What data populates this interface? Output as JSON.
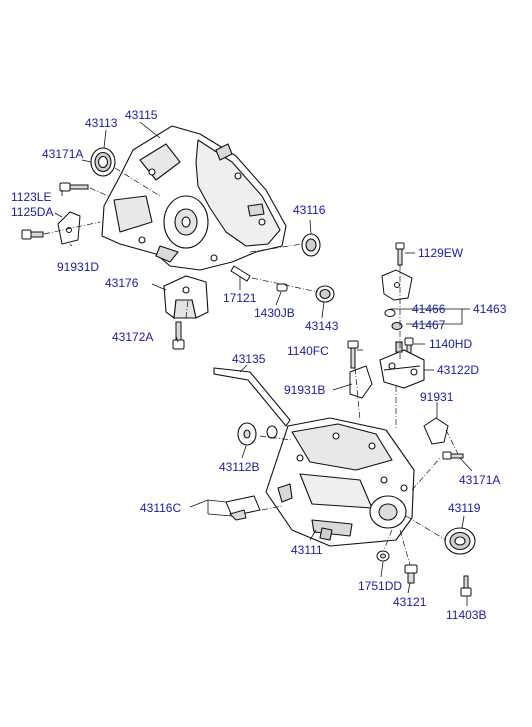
{
  "labels": {
    "43113": "43113",
    "43115": "43115",
    "43171A_top": "43171A",
    "1123LE": "1123LE",
    "1125DA": "1125DA",
    "91931D": "91931D",
    "43116": "43116",
    "1129EW": "1129EW",
    "43176": "43176",
    "17121": "17121",
    "1430JB": "1430JB",
    "43143": "43143",
    "41466": "41466",
    "41463": "41463",
    "41467": "41467",
    "43172A": "43172A",
    "1140FC": "1140FC",
    "1140HD": "1140HD",
    "43135": "43135",
    "43122D": "43122D",
    "91931B": "91931B",
    "91931": "91931",
    "43112B": "43112B",
    "43171A_bottom": "43171A",
    "43116C": "43116C",
    "43119": "43119",
    "43111": "43111",
    "1751DD": "1751DD",
    "43121": "43121",
    "11403B": "11403B"
  },
  "colors": {
    "label": "#1a1aa6",
    "line": "#111111",
    "part_fill": "#ffffff",
    "shade": "#d9d9d9"
  }
}
